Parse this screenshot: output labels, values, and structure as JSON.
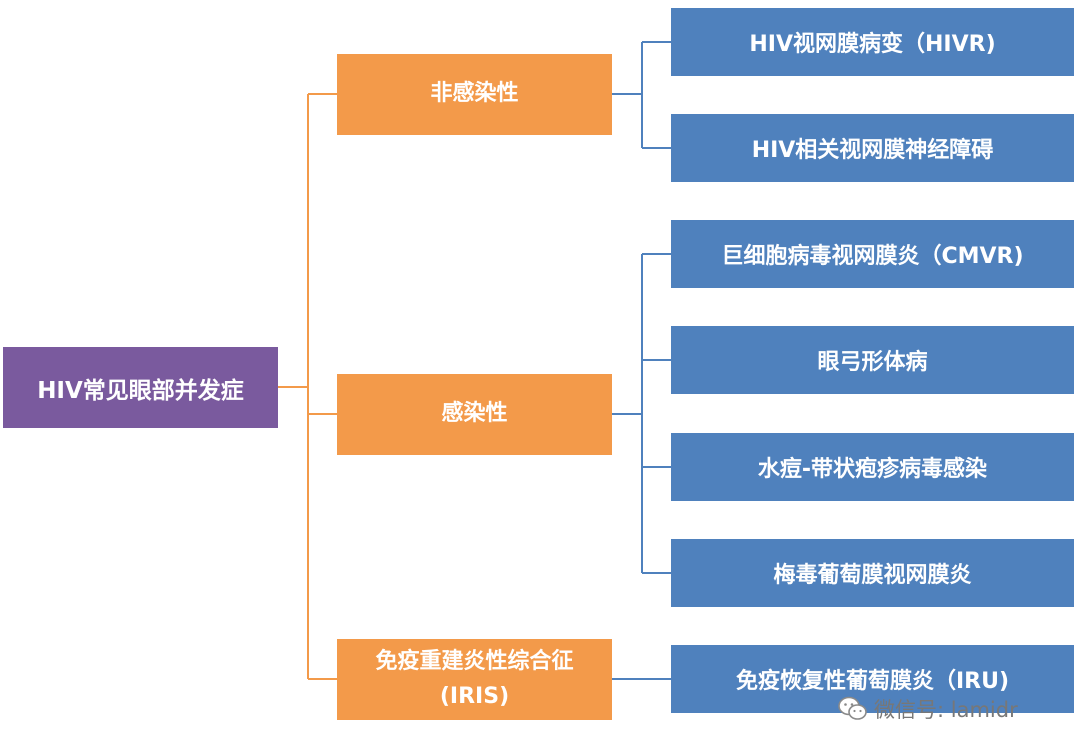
{
  "root": {
    "label": "HIV常见眼部并发症"
  },
  "categories": [
    {
      "label": "非感染性",
      "children": [
        "HIV视网膜病变（HIVR)",
        "HIV相关视网膜神经障碍"
      ]
    },
    {
      "label": "感染性",
      "children": [
        "巨细胞病毒视网膜炎（CMVR)",
        "眼弓形体病",
        "水痘-带状疱疹病毒感染",
        "梅毒葡萄膜视网膜炎"
      ]
    },
    {
      "label": "免疫重建炎性综合征",
      "label_line2": "(IRIS)",
      "children": [
        "免疫恢复性葡萄膜炎（IRU)"
      ]
    }
  ],
  "watermark": {
    "text": "微信号: lamidr",
    "icon": "wechat-icon"
  },
  "colors": {
    "root": "#7a5a9e",
    "category": "#f39a4a",
    "leaf": "#4f81bd",
    "orange_line": "#f39a4a",
    "blue_line": "#4f81bd"
  }
}
